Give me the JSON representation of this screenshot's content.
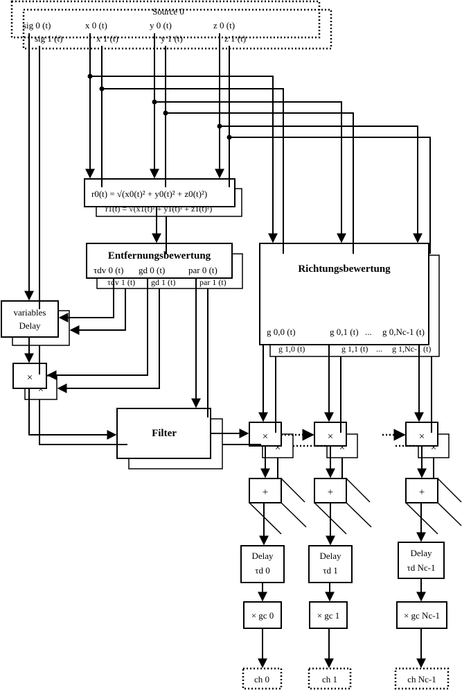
{
  "source": {
    "title": "Source 0",
    "front_signals": [
      "sig 0 (t)",
      "x 0 (t)",
      "y 0 (t)",
      "z 0 (t)"
    ],
    "back_signals": [
      "sig 1 (t)",
      "x 1 (t)",
      "y 1 (t)",
      "z 1 (t)"
    ]
  },
  "distance_formula": {
    "front": "r0(t) = √(x0(t)² + y0(t)² + z0(t)²)",
    "back": "r1(t) = √(x1(t)² + y1(t)² + z1(t)²)"
  },
  "entfernung": {
    "title": "Entfernungsbewertung",
    "front_outputs": [
      "τdv 0 (t)",
      "gd 0 (t)",
      "par 0 (t)"
    ],
    "back_outputs": [
      "τdv 1 (t)",
      "gd 1 (t)",
      "par 1 (t)"
    ]
  },
  "richtung": {
    "title": "Richtungsbewertung",
    "front_outputs": [
      "g 0,0 (t)",
      "g 0,1 (t)",
      "...",
      "g 0,Nc-1 (t)"
    ],
    "back_outputs": [
      "g 1,0 (t)",
      "g 1,1 (t)",
      "...",
      "g 1,Nc-1 (t)"
    ]
  },
  "variable_delay": {
    "line1": "variables",
    "line2": "Delay"
  },
  "filter": {
    "label": "Filter"
  },
  "operators": {
    "multiply": "×",
    "add": "+"
  },
  "channels": [
    {
      "delay_title": "Delay",
      "delay_param": "τd 0",
      "gain": "× gc 0",
      "output": "ch 0"
    },
    {
      "delay_title": "Delay",
      "delay_param": "τd 1",
      "gain": "× gc 1",
      "output": "ch 1"
    },
    {
      "delay_title": "Delay",
      "delay_param": "τd Nc-1",
      "gain": "× gc Nc-1",
      "output": "ch Nc-1"
    }
  ]
}
